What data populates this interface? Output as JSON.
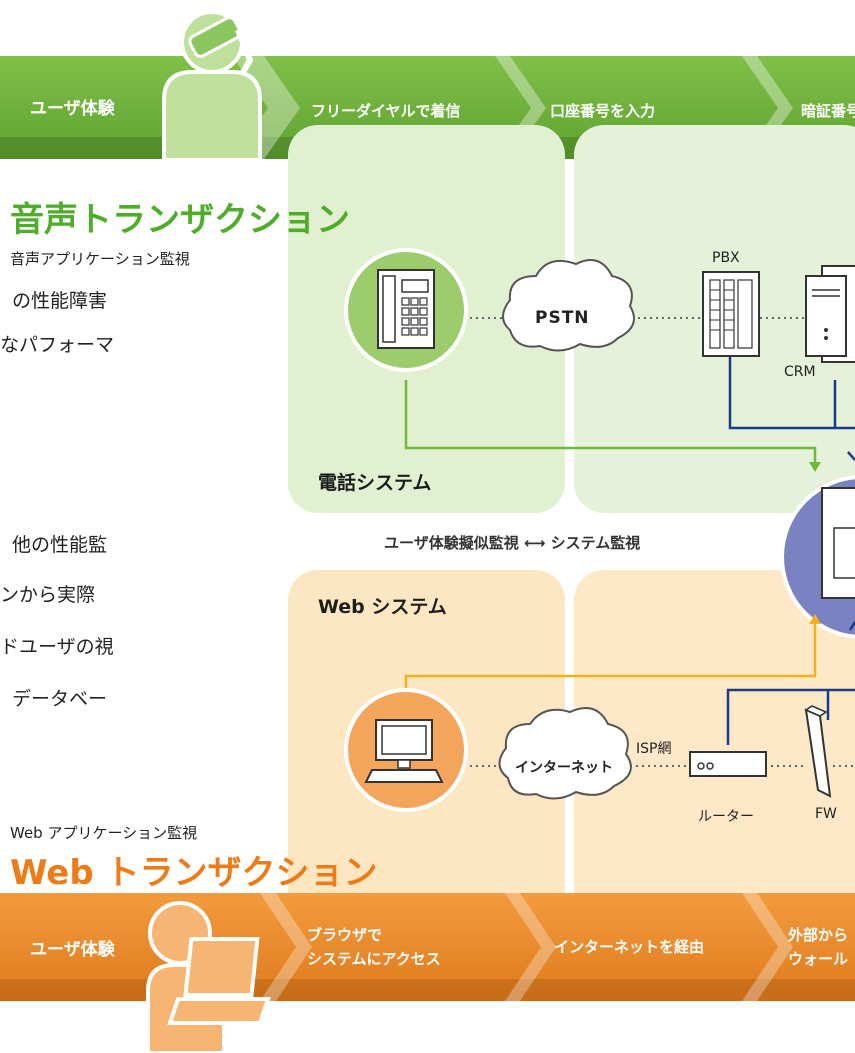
{
  "colors": {
    "green": "#5fa22f",
    "orange": "#ee7b16",
    "navy": "#1a3a8c",
    "yellow_line": "#f2b21e",
    "purple_server": "#7b82c2"
  },
  "top_banner": {
    "label": "ユーザ体験",
    "steps": [
      "フリーダイヤルで着信",
      "口座番号を入力",
      "暗証番号"
    ]
  },
  "voice": {
    "title": "音声トランザクション",
    "subtitle": "音声アプリケーション監視"
  },
  "left_text": {
    "voice_lines": [
      "の性能障害",
      "なパフォーマ"
    ],
    "mid_lines": [
      "他の性能監",
      "ンから実際",
      "ドユーザの視",
      "データベー"
    ]
  },
  "phone_system": {
    "title": "電話システム",
    "cloud": "PSTN",
    "pbx_label": "PBX",
    "crm_label": "CRM"
  },
  "middle": {
    "label": "ユーザ体験擬似監視 ⟷ システム監視"
  },
  "web_system": {
    "title": "Web システム",
    "cloud": "インターネット",
    "isp_label": "ISP網",
    "router_label": "ルーター",
    "fw_label": "FW"
  },
  "web": {
    "subtitle": "Web アプリケーション監視",
    "title": "Web トランザクション"
  },
  "bottom_banner": {
    "label": "ユーザ体験",
    "steps": [
      {
        "line1": "ブラウザで",
        "line2": "システムにアクセス"
      },
      {
        "line1": "インターネットを経由",
        "line2": ""
      },
      {
        "line1": "外部から",
        "line2": "ウォール"
      }
    ]
  }
}
